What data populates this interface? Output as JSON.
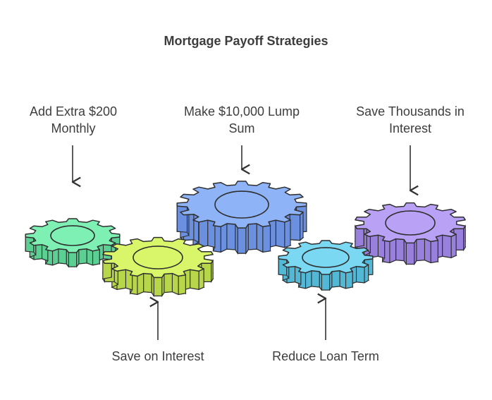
{
  "title": "Mortgage Payoff Strategies",
  "labels": {
    "add_extra": {
      "line1": "Add Extra $200",
      "line2": "Monthly"
    },
    "lump_sum": {
      "line1": "Make $10,000 Lump",
      "line2": "Sum"
    },
    "save_thousands": {
      "line1": "Save Thousands in",
      "line2": "Interest"
    },
    "save_interest": "Save on Interest",
    "reduce_term": "Reduce Loan Term"
  },
  "gears": [
    {
      "name": "gear-green",
      "fill": "#7ef0b4",
      "side": "#5ccf93"
    },
    {
      "name": "gear-lime",
      "fill": "#d9f56a",
      "side": "#b8d64a"
    },
    {
      "name": "gear-blue",
      "fill": "#8fb3f7",
      "side": "#6a90df"
    },
    {
      "name": "gear-cyan",
      "fill": "#7ad8f2",
      "side": "#53b8d6"
    },
    {
      "name": "gear-purple",
      "fill": "#b9a2f6",
      "side": "#9880dc"
    }
  ]
}
